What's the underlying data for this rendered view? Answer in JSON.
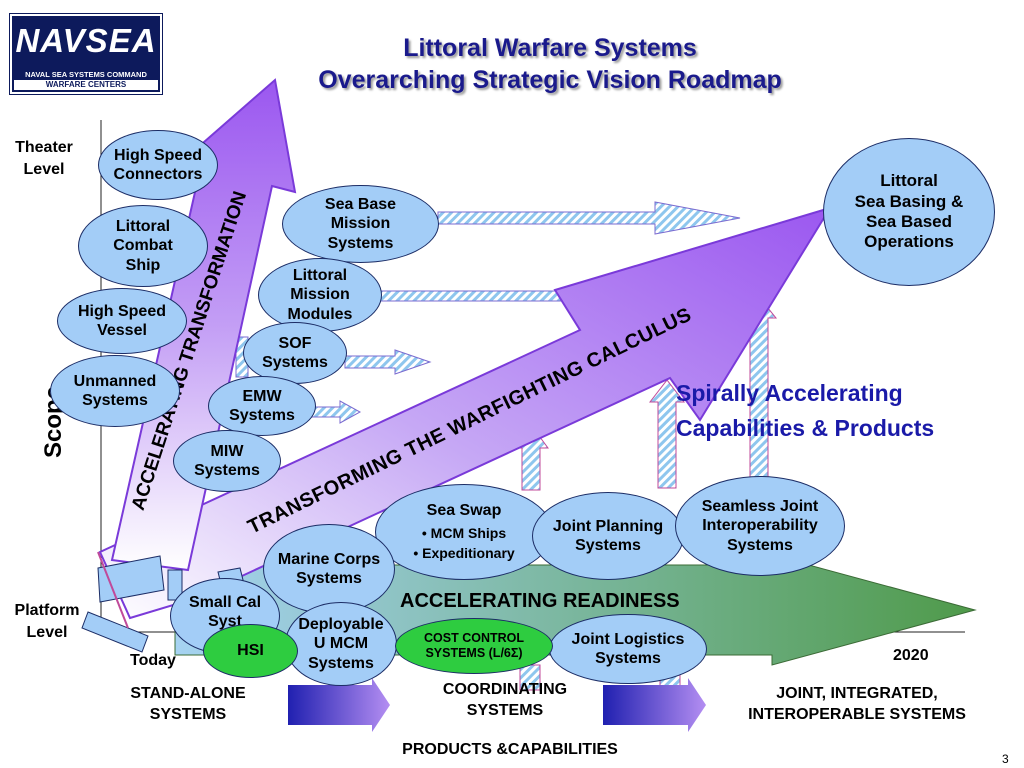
{
  "logo": {
    "name": "NAVSEA",
    "command": "NAVAL SEA SYSTEMS COMMAND",
    "centers": "WARFARE CENTERS"
  },
  "title": {
    "line1": "Littoral Warfare Systems",
    "line2": "Overarching Strategic Vision Roadmap"
  },
  "axis": {
    "theater": "Theater\nLevel",
    "scope": "Scope",
    "platform": "Platform\nLevel",
    "today": "Today",
    "year_end": "2020"
  },
  "big_arrows": {
    "accelerating_transformation": "ACCELERATING TRANSFORMATION",
    "transforming_calculus": "TRANSFORMING THE WARFIGHTING CALCULUS",
    "accelerating_readiness": "ACCELERATING READINESS"
  },
  "spiral_text": {
    "line1": "Spirally Accelerating",
    "line2": "Capabilities & Products"
  },
  "platform_ovals": [
    "High Speed\nConnectors",
    "Littoral\nCombat\nShip",
    "High Speed\nVessel",
    "Unmanned\nSystems"
  ],
  "mission_ovals": [
    "Sea Base\nMission\nSystems",
    "Littoral\nMission\nModules",
    "SOF\nSystems",
    "EMW\nSystems",
    "MIW\nSystems"
  ],
  "goal_oval": "Littoral\nSea Basing &\nSea Based\nOperations",
  "bottom_ovals": {
    "sea_swap": {
      "title": "Sea Swap",
      "items": [
        "• MCM Ships",
        "• Expeditionary"
      ]
    },
    "joint_planning": "Joint Planning\nSystems",
    "seamless_joint": "Seamless Joint\nInteroperability\nSystems",
    "marine_corps": "Marine Corps\nSystems",
    "small_cal": "Small Cal\nSyst",
    "deployable": "Deployable\nU MCM\nSystems",
    "joint_logistics": "Joint Logistics\nSystems",
    "hsi": "HSI",
    "cost_control": "COST CONTROL\nSYSTEMS (L/6Σ)"
  },
  "bottom_labels": {
    "stand_alone": "STAND-ALONE\nSYSTEMS",
    "coordinating": "COORDINATING\nSYSTEMS",
    "joint_integrated": "JOINT, INTEGRATED,\nINTEROPERABLE SYSTEMS",
    "products": "PRODUCTS &CAPABILITIES"
  },
  "page_number": "3",
  "colors": {
    "title": "#1a1a8c",
    "oval_fill": "#a3cdf7",
    "green_oval": "#2ecc40",
    "purple_arrow": "#9b57f0",
    "readiness_start": "#a6d3f2",
    "readiness_end": "#4f9a4a",
    "spiral_text": "#1a1aa8"
  }
}
